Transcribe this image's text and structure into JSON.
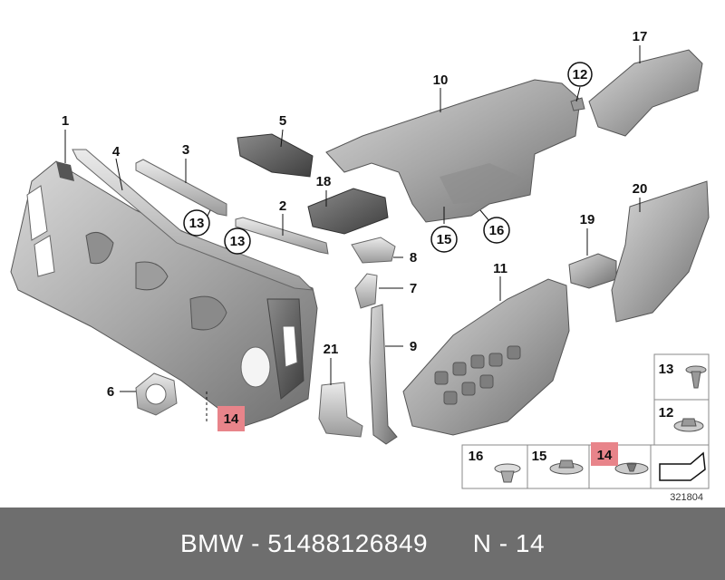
{
  "diagram": {
    "diagram_number": "321804",
    "highlight_color": "#e8848a",
    "labels": {
      "p1": "1",
      "p2": "2",
      "p3": "3",
      "p4": "4",
      "p5": "5",
      "p6": "6",
      "p7": "7",
      "p8": "8",
      "p9": "9",
      "p10": "10",
      "p11": "11",
      "p12": "12",
      "p13a": "13",
      "p13b": "13",
      "p14": "14",
      "p15": "15",
      "p16": "16",
      "p17": "17",
      "p18": "18",
      "p19": "19",
      "p20": "20",
      "p21": "21"
    },
    "legend": {
      "l13": "13",
      "l12": "12",
      "l16": "16",
      "l15": "15",
      "l14": "14"
    }
  },
  "footer": {
    "brand": "BMW",
    "separator": " - ",
    "part_number": "51488126849",
    "spacer": "      ",
    "position_text": "N - 14"
  }
}
